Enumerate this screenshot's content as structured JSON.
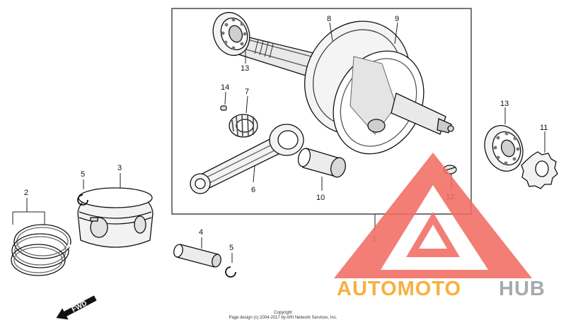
{
  "callouts": {
    "c1": "1",
    "c2": "2",
    "c3": "3",
    "c4": "4",
    "c5a": "5",
    "c5b": "5",
    "c6": "6",
    "c7": "7",
    "c8": "8",
    "c9": "9",
    "c10": "10",
    "c11": "11",
    "c12": "12",
    "c13a": "13",
    "c13b": "13",
    "c14": "14"
  },
  "direction_label": "FWD",
  "copyright": {
    "line1": "Copyright",
    "line2": "Page design (c) 2004-2017 by ARI Network Services, Inc."
  },
  "watermark": {
    "part1": "AUTOMOTO",
    "part2": "HUB",
    "colors": {
      "triangle": "#f26d64",
      "part1": "#f6a623",
      "part2": "#9aa0a6"
    }
  }
}
